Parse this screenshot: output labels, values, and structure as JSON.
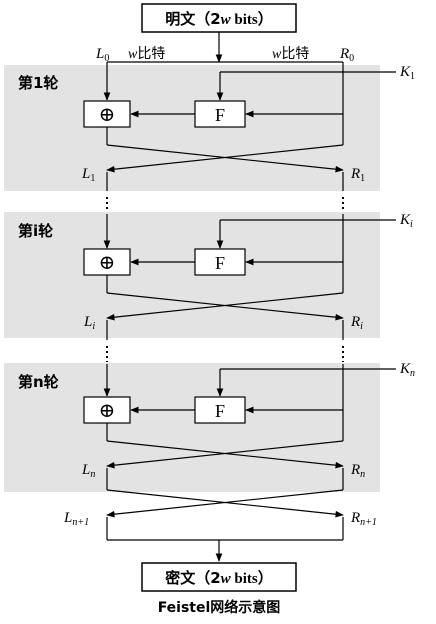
{
  "plaintext_box": {
    "pre": "明文（2",
    "var": "w",
    "post": " bits）"
  },
  "ciphertext_box": {
    "pre": "密文（2",
    "var": "w",
    "post": " bits）"
  },
  "top_labels": {
    "left_var": "w",
    "left_text": "比特",
    "right_var": "w",
    "right_text": "比特",
    "L0": "L",
    "L0_sub": "0",
    "R0": "R",
    "R0_sub": "0"
  },
  "rounds": [
    {
      "title": "第1轮",
      "key": "K",
      "key_sub": "1",
      "f_label": "F",
      "xor_symbol": "⊕",
      "out_left": "L",
      "out_left_sub": "1",
      "out_right": "R",
      "out_right_sub": "1"
    },
    {
      "title": "第i轮",
      "key": "K",
      "key_sub": "i",
      "f_label": "F",
      "xor_symbol": "⊕",
      "out_left": "L",
      "out_left_sub": "i",
      "out_right": "R",
      "out_right_sub": "i"
    },
    {
      "title": "第n轮",
      "key": "K",
      "key_sub": "n",
      "f_label": "F",
      "xor_symbol": "⊕",
      "out_left": "L",
      "out_left_sub": "n",
      "out_right": "R",
      "out_right_sub": "n"
    }
  ],
  "final_labels": {
    "left": "L",
    "left_sub": "n+1",
    "right": "R",
    "right_sub": "n+1"
  },
  "caption": "Feistel网络示意图",
  "colors": {
    "round_bg": "#e3e3e3",
    "line": "#000000"
  }
}
